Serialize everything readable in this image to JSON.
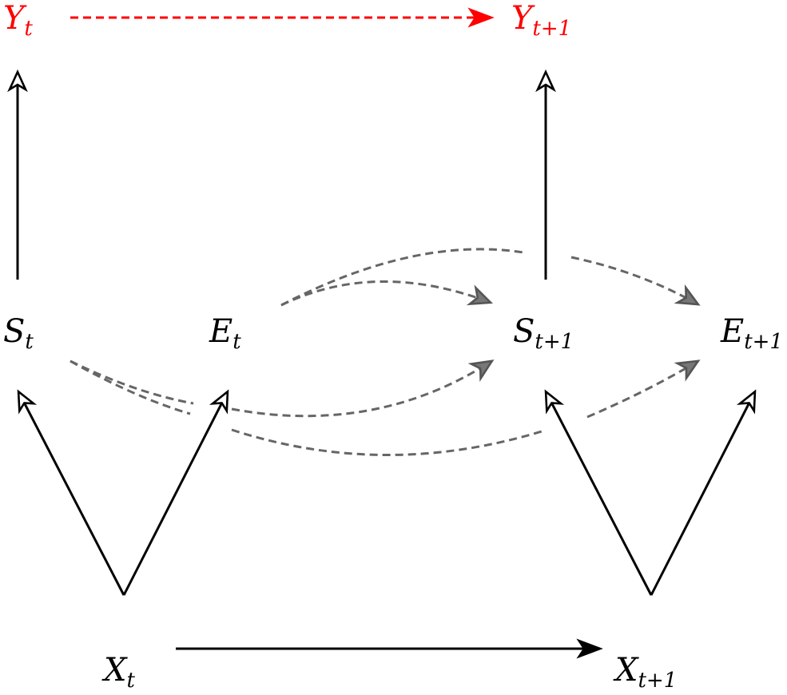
{
  "nodes": {
    "y_t": {
      "main": "Y",
      "sub": "t",
      "color": "#ff0000"
    },
    "y_t1": {
      "main": "Y",
      "sub": "t+1",
      "color": "#ff0000"
    },
    "s_t": {
      "main": "S",
      "sub": "t",
      "color": "#000000"
    },
    "e_t": {
      "main": "E",
      "sub": "t",
      "color": "#000000"
    },
    "s_t1": {
      "main": "S",
      "sub": "t+1",
      "color": "#000000"
    },
    "e_t1": {
      "main": "E",
      "sub": "t+1",
      "color": "#000000"
    },
    "x_t": {
      "main": "X",
      "sub": "t",
      "color": "#000000"
    },
    "x_t1": {
      "main": "X",
      "sub": "t+1",
      "color": "#000000"
    }
  },
  "colors": {
    "solid_edge": "#000000",
    "dashed_edge": "#666666",
    "dashed_head_fill": "#777777",
    "red_edge": "#ff0000"
  }
}
